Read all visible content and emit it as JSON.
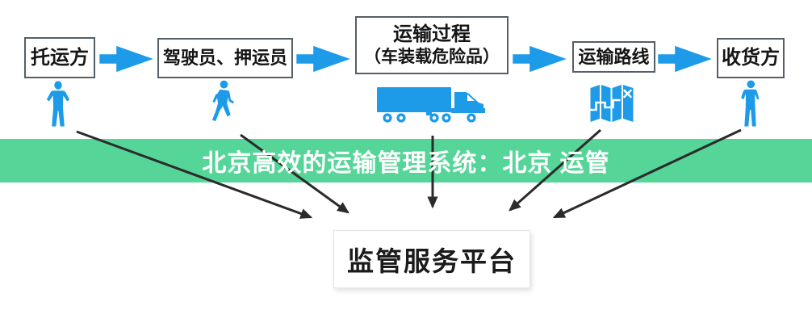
{
  "banner": {
    "text": "北京高效的运输管理系统：北京 运管",
    "bg_color": "#55D598",
    "text_color": "#FFFFFF"
  },
  "flow": {
    "accent_color": "#1D9BE8",
    "nodes": [
      {
        "label": "托运方",
        "icon": "person-standing-icon"
      },
      {
        "label": "驾驶员、押运员",
        "icon": "person-walking-icon"
      },
      {
        "label": "运输过程",
        "sublabel": "（车装载危险品）",
        "icon": "truck-icon"
      },
      {
        "label": "运输路线",
        "icon": "folded-map-icon"
      },
      {
        "label": "收货方",
        "icon": "person-receiver-icon"
      }
    ]
  },
  "platform": {
    "label": "监管服务平台"
  },
  "connectors": {
    "flow_arrow_color": "#1D9BE8",
    "convergence_arrow_color": "#2B2B2B",
    "convergence_arrow_count": 5
  }
}
